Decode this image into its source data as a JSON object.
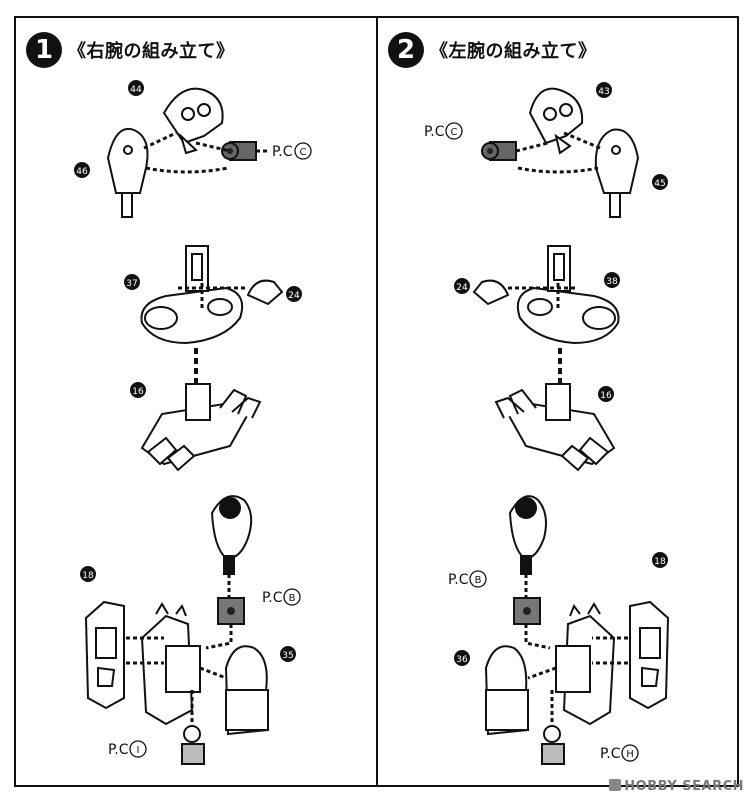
{
  "steps": [
    {
      "number": "1",
      "title": "《右腕の組み立て》",
      "labels": {
        "part_a": "44",
        "part_b": "46",
        "pc_top": "P.C",
        "pc_top_circle": "C",
        "part_c": "37",
        "part_d": "24",
        "part_e": "16",
        "part_f": "18",
        "pc_mid": "P.C",
        "pc_mid_circle": "B",
        "part_g": "35",
        "pc_bottom": "P.C",
        "pc_bottom_circle": "I"
      }
    },
    {
      "number": "2",
      "title": "《左腕の組み立て》",
      "labels": {
        "part_a": "43",
        "part_b": "45",
        "pc_top": "P.C",
        "pc_top_circle": "C",
        "part_c": "38",
        "part_d": "24",
        "part_e": "16",
        "part_f": "18",
        "pc_mid": "P.C",
        "pc_mid_circle": "B",
        "part_g": "36",
        "pc_bottom": "P.C",
        "pc_bottom_circle": "H"
      }
    }
  ],
  "watermark": "HOBBY SEARCH"
}
